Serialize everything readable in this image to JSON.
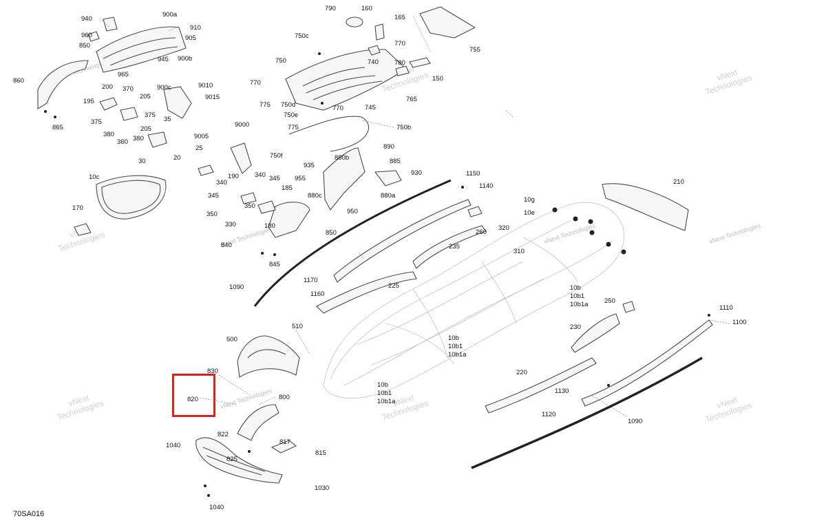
{
  "diagram_code": "70SA016",
  "highlighted_callout": "820",
  "accent_color": "#e0211d",
  "watermark": {
    "line1": "vNext",
    "line2": "Technologies",
    "small": "vNext Technologies"
  },
  "callouts": [
    {
      "id": "c940",
      "text": "940"
    },
    {
      "id": "c900a",
      "text": "900a"
    },
    {
      "id": "c910",
      "text": "910"
    },
    {
      "id": "c960",
      "text": "960"
    },
    {
      "id": "c905",
      "text": "905"
    },
    {
      "id": "c850a",
      "text": "850"
    },
    {
      "id": "c945",
      "text": "945"
    },
    {
      "id": "c900b",
      "text": "900b"
    },
    {
      "id": "c965",
      "text": "965"
    },
    {
      "id": "c860",
      "text": "860"
    },
    {
      "id": "c900c",
      "text": "900c"
    },
    {
      "id": "c9010",
      "text": "9010"
    },
    {
      "id": "c200",
      "text": "200"
    },
    {
      "id": "c370",
      "text": "370"
    },
    {
      "id": "c205a",
      "text": "205"
    },
    {
      "id": "c9015",
      "text": "9015"
    },
    {
      "id": "c195",
      "text": "195"
    },
    {
      "id": "c375a",
      "text": "375"
    },
    {
      "id": "c375b",
      "text": "375"
    },
    {
      "id": "c205b",
      "text": "205"
    },
    {
      "id": "c35",
      "text": "35"
    },
    {
      "id": "c865",
      "text": "865"
    },
    {
      "id": "c380a",
      "text": "380"
    },
    {
      "id": "c380b",
      "text": "380"
    },
    {
      "id": "c360",
      "text": "360"
    },
    {
      "id": "c30",
      "text": "30"
    },
    {
      "id": "c790",
      "text": "790"
    },
    {
      "id": "c160",
      "text": "160"
    },
    {
      "id": "c165",
      "text": "165"
    },
    {
      "id": "c750c",
      "text": "750c"
    },
    {
      "id": "c755",
      "text": "755"
    },
    {
      "id": "c770a",
      "text": "770"
    },
    {
      "id": "c780",
      "text": "780"
    },
    {
      "id": "c750",
      "text": "750"
    },
    {
      "id": "c740",
      "text": "740"
    },
    {
      "id": "c150",
      "text": "150"
    },
    {
      "id": "c770b",
      "text": "770"
    },
    {
      "id": "c765",
      "text": "765"
    },
    {
      "id": "c775a",
      "text": "775"
    },
    {
      "id": "c750d",
      "text": "750d"
    },
    {
      "id": "c745",
      "text": "745"
    },
    {
      "id": "c770c",
      "text": "770"
    },
    {
      "id": "c750e",
      "text": "750e"
    },
    {
      "id": "c775b",
      "text": "775"
    },
    {
      "id": "c750b",
      "text": "750b"
    },
    {
      "id": "c9000",
      "text": "9000"
    },
    {
      "id": "c9005",
      "text": "9005"
    },
    {
      "id": "c750f",
      "text": "750f"
    },
    {
      "id": "c890",
      "text": "890"
    },
    {
      "id": "c25",
      "text": "25"
    },
    {
      "id": "c880b",
      "text": "880b"
    },
    {
      "id": "c885",
      "text": "885"
    },
    {
      "id": "c935",
      "text": "935"
    },
    {
      "id": "c930",
      "text": "930"
    },
    {
      "id": "c20",
      "text": "20"
    },
    {
      "id": "c190",
      "text": "190"
    },
    {
      "id": "c340a",
      "text": "340"
    },
    {
      "id": "c345a",
      "text": "345"
    },
    {
      "id": "c955",
      "text": "955"
    },
    {
      "id": "c880a",
      "text": "880a"
    },
    {
      "id": "c340b",
      "text": "340"
    },
    {
      "id": "c185",
      "text": "185"
    },
    {
      "id": "c880c",
      "text": "880c"
    },
    {
      "id": "c10c",
      "text": "10c"
    },
    {
      "id": "c345b",
      "text": "345"
    },
    {
      "id": "c950",
      "text": "950"
    },
    {
      "id": "c350a",
      "text": "350"
    },
    {
      "id": "c170",
      "text": "170"
    },
    {
      "id": "c330",
      "text": "330"
    },
    {
      "id": "c350b",
      "text": "350"
    },
    {
      "id": "c180",
      "text": "180"
    },
    {
      "id": "c850b",
      "text": "850"
    },
    {
      "id": "c840",
      "text": "840"
    },
    {
      "id": "c845",
      "text": "845"
    },
    {
      "id": "c1150",
      "text": "1150"
    },
    {
      "id": "c1140",
      "text": "1140"
    },
    {
      "id": "c210",
      "text": "210"
    },
    {
      "id": "c10g",
      "text": "10g"
    },
    {
      "id": "c10e",
      "text": "10e"
    },
    {
      "id": "c260",
      "text": "260"
    },
    {
      "id": "c320",
      "text": "320"
    },
    {
      "id": "c235",
      "text": "235"
    },
    {
      "id": "c310",
      "text": "310"
    },
    {
      "id": "c1170",
      "text": "1170"
    },
    {
      "id": "c1090a",
      "text": "1090"
    },
    {
      "id": "c225",
      "text": "225"
    },
    {
      "id": "c1160",
      "text": "1160"
    },
    {
      "id": "c10b_a",
      "text": "10b"
    },
    {
      "id": "c10b1_a",
      "text": "10b1"
    },
    {
      "id": "c10b1a_a",
      "text": "10b1a"
    },
    {
      "id": "c250",
      "text": "250"
    },
    {
      "id": "c1110",
      "text": "1110"
    },
    {
      "id": "c1100",
      "text": "1100"
    },
    {
      "id": "c230",
      "text": "230"
    },
    {
      "id": "c510",
      "text": "510"
    },
    {
      "id": "c500",
      "text": "500"
    },
    {
      "id": "c10b_b",
      "text": "10b"
    },
    {
      "id": "c10b1_b",
      "text": "10b1"
    },
    {
      "id": "c10b1a_b",
      "text": "10b1a"
    },
    {
      "id": "c830",
      "text": "830"
    },
    {
      "id": "c220",
      "text": "220"
    },
    {
      "id": "c820",
      "text": "820"
    },
    {
      "id": "c800",
      "text": "800"
    },
    {
      "id": "c10b_c",
      "text": "10b"
    },
    {
      "id": "c10b1_c",
      "text": "10b1"
    },
    {
      "id": "c10b1a_c",
      "text": "10b1a"
    },
    {
      "id": "c1130",
      "text": "1130"
    },
    {
      "id": "c1120",
      "text": "1120"
    },
    {
      "id": "c1090b",
      "text": "1090"
    },
    {
      "id": "c822",
      "text": "822"
    },
    {
      "id": "c1040a",
      "text": "1040"
    },
    {
      "id": "c817",
      "text": "817"
    },
    {
      "id": "c825",
      "text": "825"
    },
    {
      "id": "c815",
      "text": "815"
    },
    {
      "id": "c1030",
      "text": "1030"
    },
    {
      "id": "c1040b",
      "text": "1040"
    }
  ]
}
